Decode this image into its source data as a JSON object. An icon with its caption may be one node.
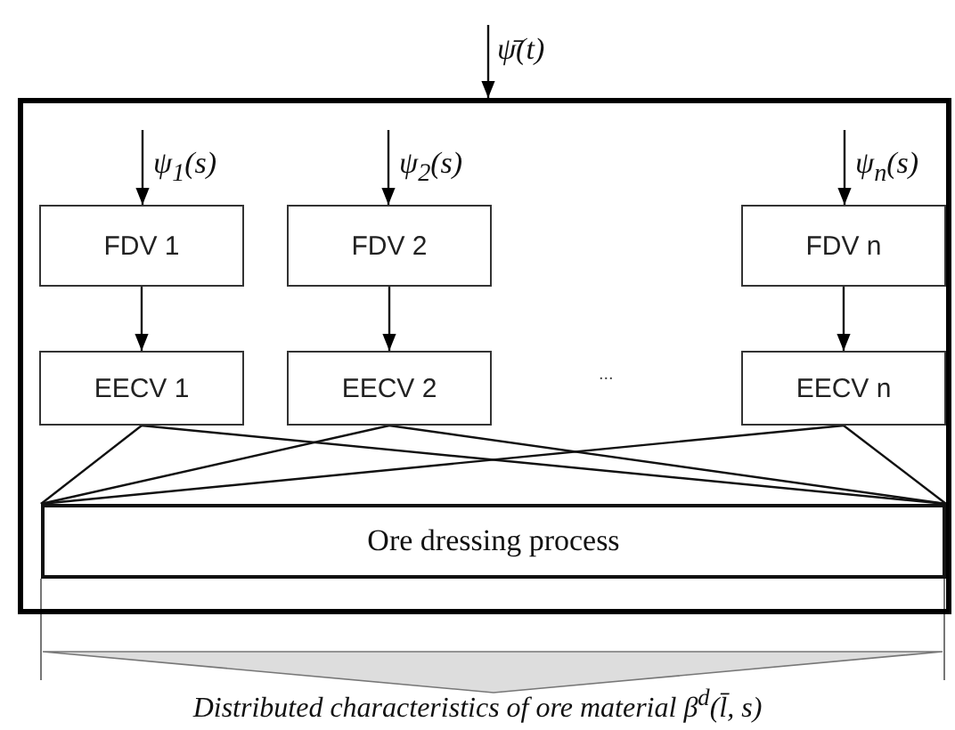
{
  "diagram": {
    "caption": "Distributed characteristics of ore material β$^{d}$(l̄, s)",
    "nodes": [
      {
        "text": [],
        "shape": "box"
      },
      {
        "text": [
          "FDV 1"
        ],
        "in": 0
      },
      {
        "text": [
          "FDV 2"
        ],
        "in": 0
      },
      {
        "text": [
          "FDV n"
        ],
        "in": 0
      },
      {
        "text": [
          "EECV 1"
        ],
        "in": 0
      },
      {
        "text": [
          "EECV 2"
        ],
        "in": 0
      },
      {
        "text": [
          "EECV n"
        ],
        "in": 0
      },
      {
        "text": [
          "Ore dressing process"
        ],
        "in": 0
      }
    ],
    "edges": [
      {
        "from": null,
        "to": 0,
        "arrow": "to",
        "label": "ψ̄(t)"
      },
      {
        "from": null,
        "to": 1,
        "arrow": "to",
        "label": "ψ$_{1}$(s)"
      },
      {
        "from": null,
        "to": 2,
        "arrow": "to",
        "label": "ψ$_{2}$(s)"
      },
      {
        "from": null,
        "to": 3,
        "arrow": "to",
        "label": "ψ$_{n}$(s)"
      },
      {
        "from": 1,
        "to": 4,
        "arrow": "to"
      },
      {
        "from": 2,
        "to": 5,
        "arrow": "to"
      },
      {
        "from": 3,
        "to": 6,
        "arrow": "to"
      },
      {
        "from": 4,
        "to": 7,
        "arrow": "none"
      },
      {
        "from": 4,
        "to": 7,
        "arrow": "none"
      },
      {
        "from": 5,
        "to": 7,
        "arrow": "none"
      },
      {
        "from": 5,
        "to": 7,
        "arrow": "none"
      },
      {
        "from": 6,
        "to": 7,
        "arrow": "none"
      },
      {
        "from": 6,
        "to": 7,
        "arrow": "none"
      }
    ],
    "labels": [
      "..."
    ]
  }
}
